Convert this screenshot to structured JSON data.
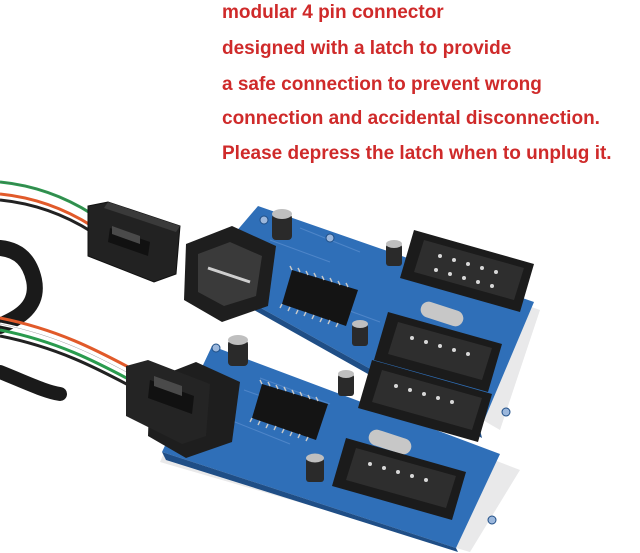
{
  "caption": {
    "lines": [
      "modular 4 pin connector",
      "designed with a latch to provide",
      "a safe connection to prevent wrong",
      "connection and accidental disconnection.",
      "Please depress the latch when to unplug it."
    ]
  },
  "colors": {
    "caption_text": "#cf2a2a",
    "pcb_blue": "#2f6fb8",
    "connector_black": "#1c1c1c",
    "background": "#ffffff"
  }
}
